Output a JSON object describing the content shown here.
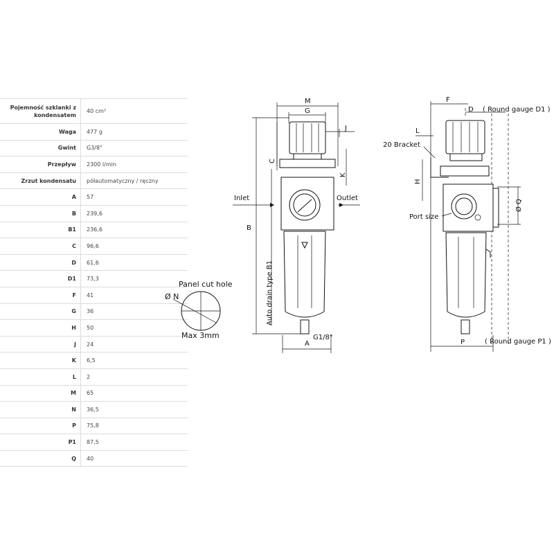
{
  "specs": [
    {
      "key": "Pojemność szklanki z kondensatem",
      "value": "40  cm³"
    },
    {
      "key": "Waga",
      "value": "477  g"
    },
    {
      "key": "Gwint",
      "value": "G3/8\""
    },
    {
      "key": "Przepływ",
      "value": "2300  l/min"
    },
    {
      "key": "Zrzut kondensatu",
      "value": "półautomatyczny / ręczny"
    },
    {
      "key": "A",
      "value": "57"
    },
    {
      "key": "B",
      "value": "239,6"
    },
    {
      "key": "B1",
      "value": "236,6"
    },
    {
      "key": "C",
      "value": "96,6"
    },
    {
      "key": "D",
      "value": "61,6"
    },
    {
      "key": "D1",
      "value": "73,3"
    },
    {
      "key": "F",
      "value": "41"
    },
    {
      "key": "G",
      "value": "36"
    },
    {
      "key": "H",
      "value": "50"
    },
    {
      "key": "J",
      "value": "24"
    },
    {
      "key": "K",
      "value": "6,5"
    },
    {
      "key": "L",
      "value": "2"
    },
    {
      "key": "M",
      "value": "65"
    },
    {
      "key": "N",
      "value": "36,5"
    },
    {
      "key": "P",
      "value": "75,8"
    },
    {
      "key": "P1",
      "value": "87,5"
    },
    {
      "key": "Q",
      "value": "40"
    }
  ],
  "drawing": {
    "panel_cut_hole": "Panel cut hole",
    "diam_n": "Ø N",
    "max_3mm": "Max 3mm",
    "inlet": "Inlet",
    "outlet": "Outlet",
    "auto_drain": "Auto drain type B1",
    "g18": "G1/8\"",
    "bracket": "20 Bracket",
    "port_size": "Port size",
    "round_gauge_d1": "( Round gauge D1 )",
    "round_gauge_p1": "( Round gauge P1 )",
    "diam_q": "Ø Q",
    "labels": {
      "M": "M",
      "G": "G",
      "J": "J",
      "C": "C",
      "K": "K",
      "B": "B",
      "A": "A",
      "F": "F",
      "D": "D",
      "L": "L",
      "H": "H",
      "P": "P"
    }
  }
}
